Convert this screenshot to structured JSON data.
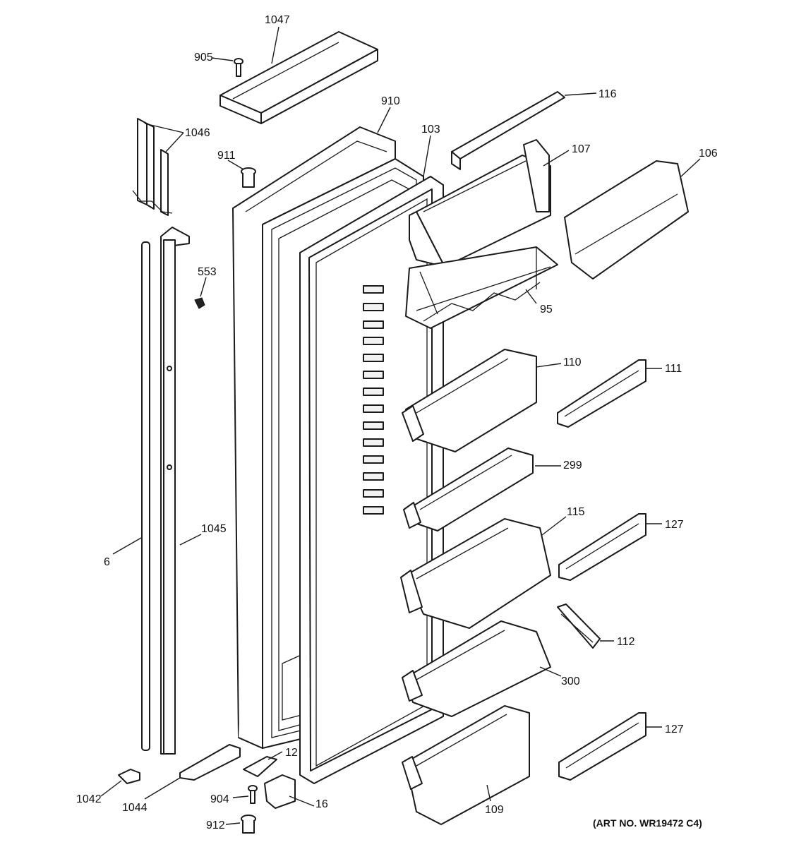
{
  "diagram": {
    "art_number": "(ART NO. WR19472 C4)",
    "callouts": [
      {
        "id": "c1047",
        "label": "1047"
      },
      {
        "id": "c905",
        "label": "905"
      },
      {
        "id": "c910",
        "label": "910"
      },
      {
        "id": "c116",
        "label": "116"
      },
      {
        "id": "c1046",
        "label": "1046"
      },
      {
        "id": "c911",
        "label": "911"
      },
      {
        "id": "c103",
        "label": "103"
      },
      {
        "id": "c107",
        "label": "107"
      },
      {
        "id": "c106",
        "label": "106"
      },
      {
        "id": "c553",
        "label": "553"
      },
      {
        "id": "c95",
        "label": "95"
      },
      {
        "id": "c110",
        "label": "110"
      },
      {
        "id": "c111",
        "label": "111"
      },
      {
        "id": "c299",
        "label": "299"
      },
      {
        "id": "c115",
        "label": "115"
      },
      {
        "id": "c127a",
        "label": "127"
      },
      {
        "id": "c1045",
        "label": "1045"
      },
      {
        "id": "c6",
        "label": "6"
      },
      {
        "id": "c112",
        "label": "112"
      },
      {
        "id": "c300",
        "label": "300"
      },
      {
        "id": "c127b",
        "label": "127"
      },
      {
        "id": "c12",
        "label": "12"
      },
      {
        "id": "c16",
        "label": "16"
      },
      {
        "id": "c904",
        "label": "904"
      },
      {
        "id": "c912",
        "label": "912"
      },
      {
        "id": "c1042",
        "label": "1042"
      },
      {
        "id": "c1044",
        "label": "1044"
      },
      {
        "id": "c109",
        "label": "109"
      }
    ]
  }
}
